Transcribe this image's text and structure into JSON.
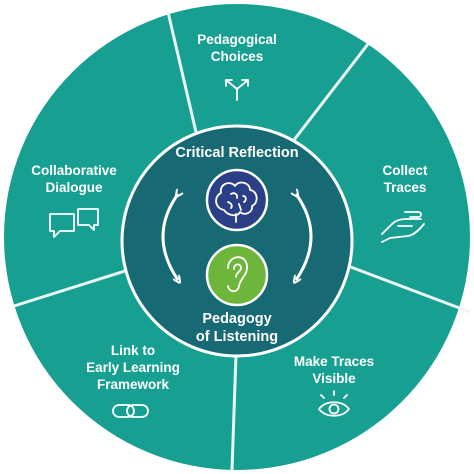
{
  "diagram": {
    "center": {
      "top_label": "Critical Reflection",
      "bottom_label_line1": "Pedagogy",
      "bottom_label_line2": "of Listening",
      "top_icon": "brain-icon",
      "bottom_icon": "ear-icon"
    },
    "segments": [
      {
        "line1": "Pedagogical",
        "line2": "Choices",
        "icon": "branch-arrows-icon"
      },
      {
        "line1": "Collect",
        "line2": "Traces",
        "icon": "hand-icon"
      },
      {
        "line1": "Make Traces",
        "line2": "Visible",
        "icon": "eye-icon"
      },
      {
        "line1": "Link to",
        "line2": "Early Learning",
        "line3": "Framework",
        "icon": "chain-link-icon"
      },
      {
        "line1": "Collaborative",
        "line2": "Dialogue",
        "icon": "speech-bubbles-icon"
      }
    ],
    "colors": {
      "outer_ring": "#17a092",
      "divider": "#e9f6f4",
      "inner_circle": "#176a73",
      "inner_border": "#ffffff",
      "brain_circle": "#2b3f86",
      "ear_circle": "#6db53b",
      "cycle_arrows": "#ffffff"
    }
  }
}
